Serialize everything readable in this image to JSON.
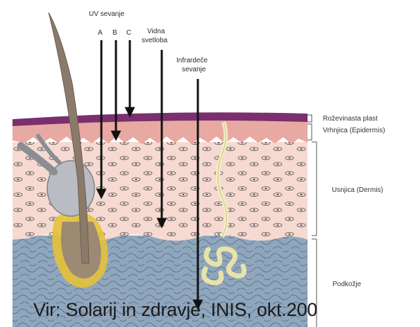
{
  "uv": {
    "title": "UV sevanje",
    "a": "A",
    "b": "B",
    "c": "C"
  },
  "visible": {
    "line1": "Vidna",
    "line2": "svetloba"
  },
  "infrared": {
    "line1": "Infrardeče",
    "line2": "sevanje"
  },
  "layers": {
    "stratum_corneum": "Roževinasta plast",
    "epidermis": "Vrhnjica (Epidermis)",
    "dermis": "Usnjica (Dermis)",
    "subcutis": "Podkožje"
  },
  "source": "Vir: Solarij in zdravje, INIS, okt.200",
  "colors": {
    "stratum_corneum": "#7b2f6e",
    "epidermis": "#e8a9a2",
    "dermis": "#f6dad2",
    "subcutis": "#8fa6bc",
    "hair": "#8a7a6a",
    "gland": "#f2eec2",
    "follicle_glow": "#e6c23a"
  }
}
